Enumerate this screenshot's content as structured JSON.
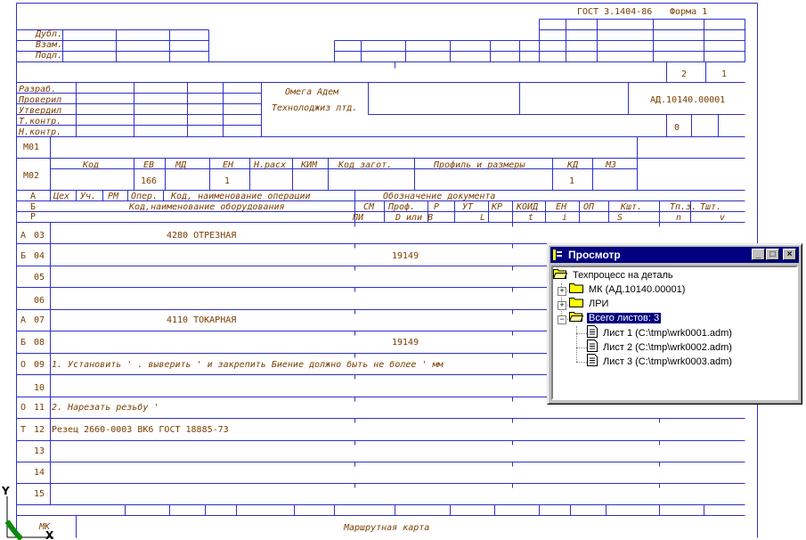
{
  "form": {
    "gost": "ГОСТ 3.1404-86",
    "form_name": "Форма 1",
    "side_labels": [
      "Дубл.",
      "Взам.",
      "Подл."
    ],
    "sheet_total": "2",
    "sheet_num": "1",
    "signature_labels": [
      "Разраб.",
      "Проверил",
      "Утвердил",
      "Т.контр.",
      "Н.контр."
    ],
    "org_name": "Омега Адем",
    "org_sub": "Технолоджиз лтд.",
    "doc_code": "АД.10140.00001",
    "zero": "0",
    "m01": "М01",
    "m02": "М02",
    "m_headers": [
      "Код",
      "ЕВ",
      "МД",
      "ЕН",
      "Н.расх",
      "КИМ",
      "Код загот.",
      "Профиль и размеры",
      "КД",
      "МЗ"
    ],
    "m_values": [
      "166",
      "1",
      "1"
    ],
    "header_rows": {
      "a_letter": "А",
      "b_letter": "Б",
      "r_letter": "Р",
      "a_cols": [
        "Цех",
        "Уч.",
        "РМ",
        "Опер.",
        "Код, наименование операции",
        "Обозначение документа"
      ],
      "b_cols": [
        "Код,наименование оборудования",
        "СМ",
        "Проф.",
        "Р",
        "УТ",
        "КР",
        "КОИД",
        "ЕН",
        "ОП",
        "Кшт.",
        "Тп.з.",
        "Тшт."
      ],
      "r_cols": [
        "ПИ",
        "D или B",
        "L",
        "t",
        "i",
        "S",
        "n",
        "v"
      ]
    },
    "rows": [
      {
        "letter": "А",
        "num": "03",
        "text": "4280 ОТРЕЗНАЯ"
      },
      {
        "letter": "Б",
        "num": "04",
        "text": "19149"
      },
      {
        "letter": "",
        "num": "05",
        "text": ""
      },
      {
        "letter": "",
        "num": "06",
        "text": ""
      },
      {
        "letter": "А",
        "num": "07",
        "text": "4110 ТОКАРНАЯ"
      },
      {
        "letter": "Б",
        "num": "08",
        "text": "19149"
      },
      {
        "letter": "О",
        "num": "09",
        "text": "1. Установить ' . выверить '  и закрепить  Биение должно быть не более ' мм"
      },
      {
        "letter": "",
        "num": "10",
        "text": ""
      },
      {
        "letter": "О",
        "num": "11",
        "text": "2. Нарезать резьбу '"
      },
      {
        "letter": "Т",
        "num": "12",
        "text": "Резец 2660-0003 ВК6 ГОСТ 18885-73"
      },
      {
        "letter": "",
        "num": "13",
        "text": ""
      },
      {
        "letter": "",
        "num": "14",
        "text": ""
      },
      {
        "letter": "",
        "num": "15",
        "text": ""
      }
    ],
    "footer_code": "МК",
    "footer_title": "Маршрутная карта"
  },
  "ucs": {
    "y": "Y",
    "x": "X"
  },
  "viewer": {
    "title": "Просмотр",
    "buttons": {
      "minimize": "_",
      "maximize": "□",
      "close": "×"
    },
    "root": "Техпроцесс на деталь",
    "nodes": [
      {
        "label": "МК (АД.10140.00001)",
        "expander": "+"
      },
      {
        "label": "ЛРИ",
        "expander": "+"
      },
      {
        "label": "Всего листов: 3",
        "expander": "−"
      }
    ],
    "sheets": [
      "Лист 1 (C:\\tmp\\wrk0001.adm)",
      "Лист 2 (C:\\tmp\\wrk0002.adm)",
      "Лист 3 (C:\\tmp\\wrk0003.adm)"
    ],
    "colors": {
      "titlebar": "#000080",
      "selection": "#000080",
      "folder": "#ffff00",
      "grid_lines": "#3030c8",
      "cad_text": "#7a3d00"
    }
  }
}
